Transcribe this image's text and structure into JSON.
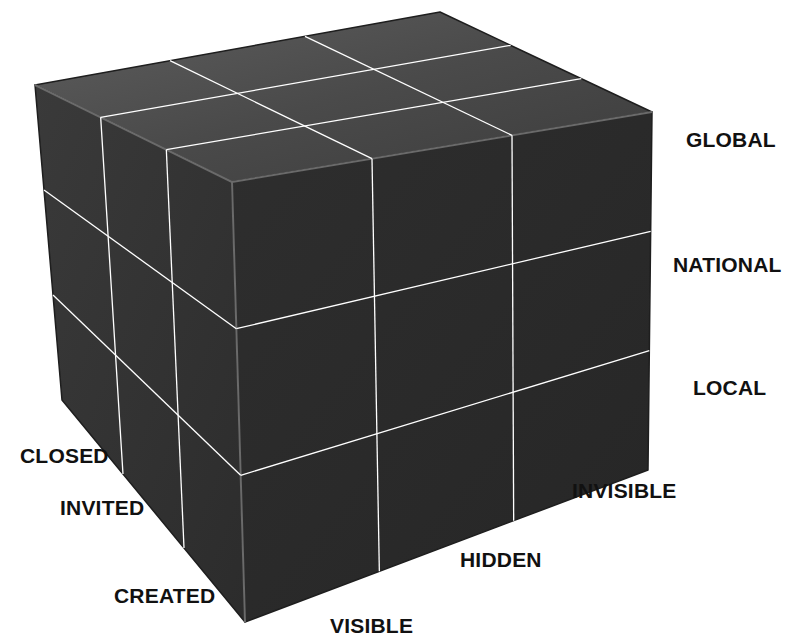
{
  "diagram": {
    "labels": [
      "GLOBAL",
      "NATIONAL",
      "LOCAL",
      "CLOSED",
      "INVITED",
      "CREATED",
      "VISIBLE",
      "HIDDEN",
      "INVISIBLE"
    ]
  }
}
